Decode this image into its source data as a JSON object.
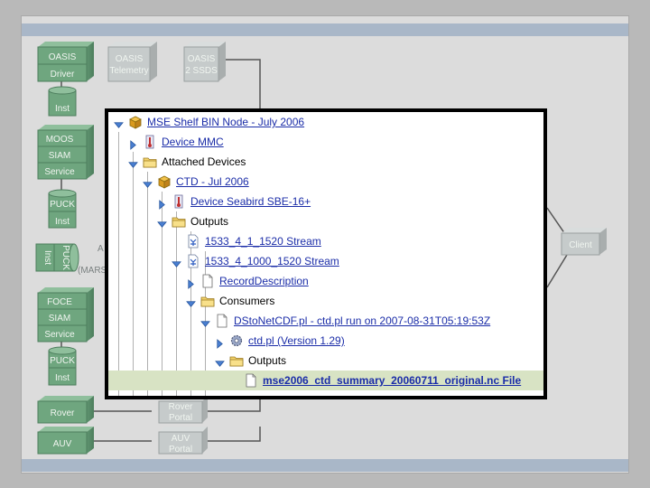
{
  "diagram": {
    "boxes": {
      "oasis_driver": [
        "OASIS",
        "Driver"
      ],
      "oasis_telemetry": [
        "OASIS",
        "Telemetry"
      ],
      "oasis_2ssds": [
        "OASIS",
        "2 SSDS"
      ],
      "moos_siam_service": [
        "MOOS",
        "SIAM",
        "Service"
      ],
      "foce_siam_service": [
        "FOCE",
        "SIAM",
        "Service"
      ],
      "rover": "Rover",
      "rover_portal": [
        "Rover",
        "Portal"
      ],
      "auv": "AUV",
      "auv_portal": [
        "AUV",
        "Portal"
      ],
      "client": "Client"
    },
    "inst_1": "Inst",
    "inst_2_top": "PUCK",
    "inst_2_bottom": "Inst",
    "inst_3_left": "Inst",
    "inst_3_right": "PUCK",
    "inst_4_top": "PUCK",
    "inst_4_bottom": "Inst",
    "side_text_1": "A",
    "side_text_2": "(MARS"
  },
  "tree": [
    {
      "label": "MSE Shelf BIN Node - July 2006",
      "link": true,
      "expanded": true,
      "icon": "package-icon"
    },
    {
      "label": "Device MMC",
      "link": true,
      "expanded": false,
      "icon": "thermometer-icon"
    },
    {
      "label": "Attached Devices",
      "link": false,
      "expanded": true,
      "icon": "folder-icon"
    },
    {
      "label": "CTD - Jul 2006",
      "link": true,
      "expanded": true,
      "icon": "package-icon"
    },
    {
      "label": "Device Seabird SBE-16+",
      "link": true,
      "expanded": false,
      "icon": "thermometer-icon"
    },
    {
      "label": "Outputs",
      "link": false,
      "expanded": true,
      "icon": "folder-icon"
    },
    {
      "label": "1533_4_1_1520 Stream",
      "link": true,
      "expanded": null,
      "icon": "stream-icon"
    },
    {
      "label": "1533_4_1000_1520 Stream",
      "link": true,
      "expanded": true,
      "icon": "stream-icon"
    },
    {
      "label": "RecordDescription",
      "link": true,
      "expanded": false,
      "icon": "document-icon"
    },
    {
      "label": "Consumers",
      "link": false,
      "expanded": true,
      "icon": "folder-icon"
    },
    {
      "label": "DStoNetCDF.pl - ctd.pl run on 2007-08-31T05:19:53Z",
      "link": true,
      "expanded": true,
      "icon": "document-icon"
    },
    {
      "label": "ctd.pl (Version 1.29)",
      "link": true,
      "expanded": false,
      "icon": "gear-icon"
    },
    {
      "label": "Outputs",
      "link": false,
      "expanded": true,
      "icon": "folder-icon"
    },
    {
      "label": "mse2006_ctd_summary_20060711_original.nc File",
      "link": true,
      "expanded": null,
      "icon": "document-icon",
      "selected": true
    }
  ],
  "colors": {
    "box_green": "#6fa67f",
    "box_gray": "#c6cbcb",
    "link": "#1b2da8",
    "selected_row": "#d8e3c4"
  }
}
